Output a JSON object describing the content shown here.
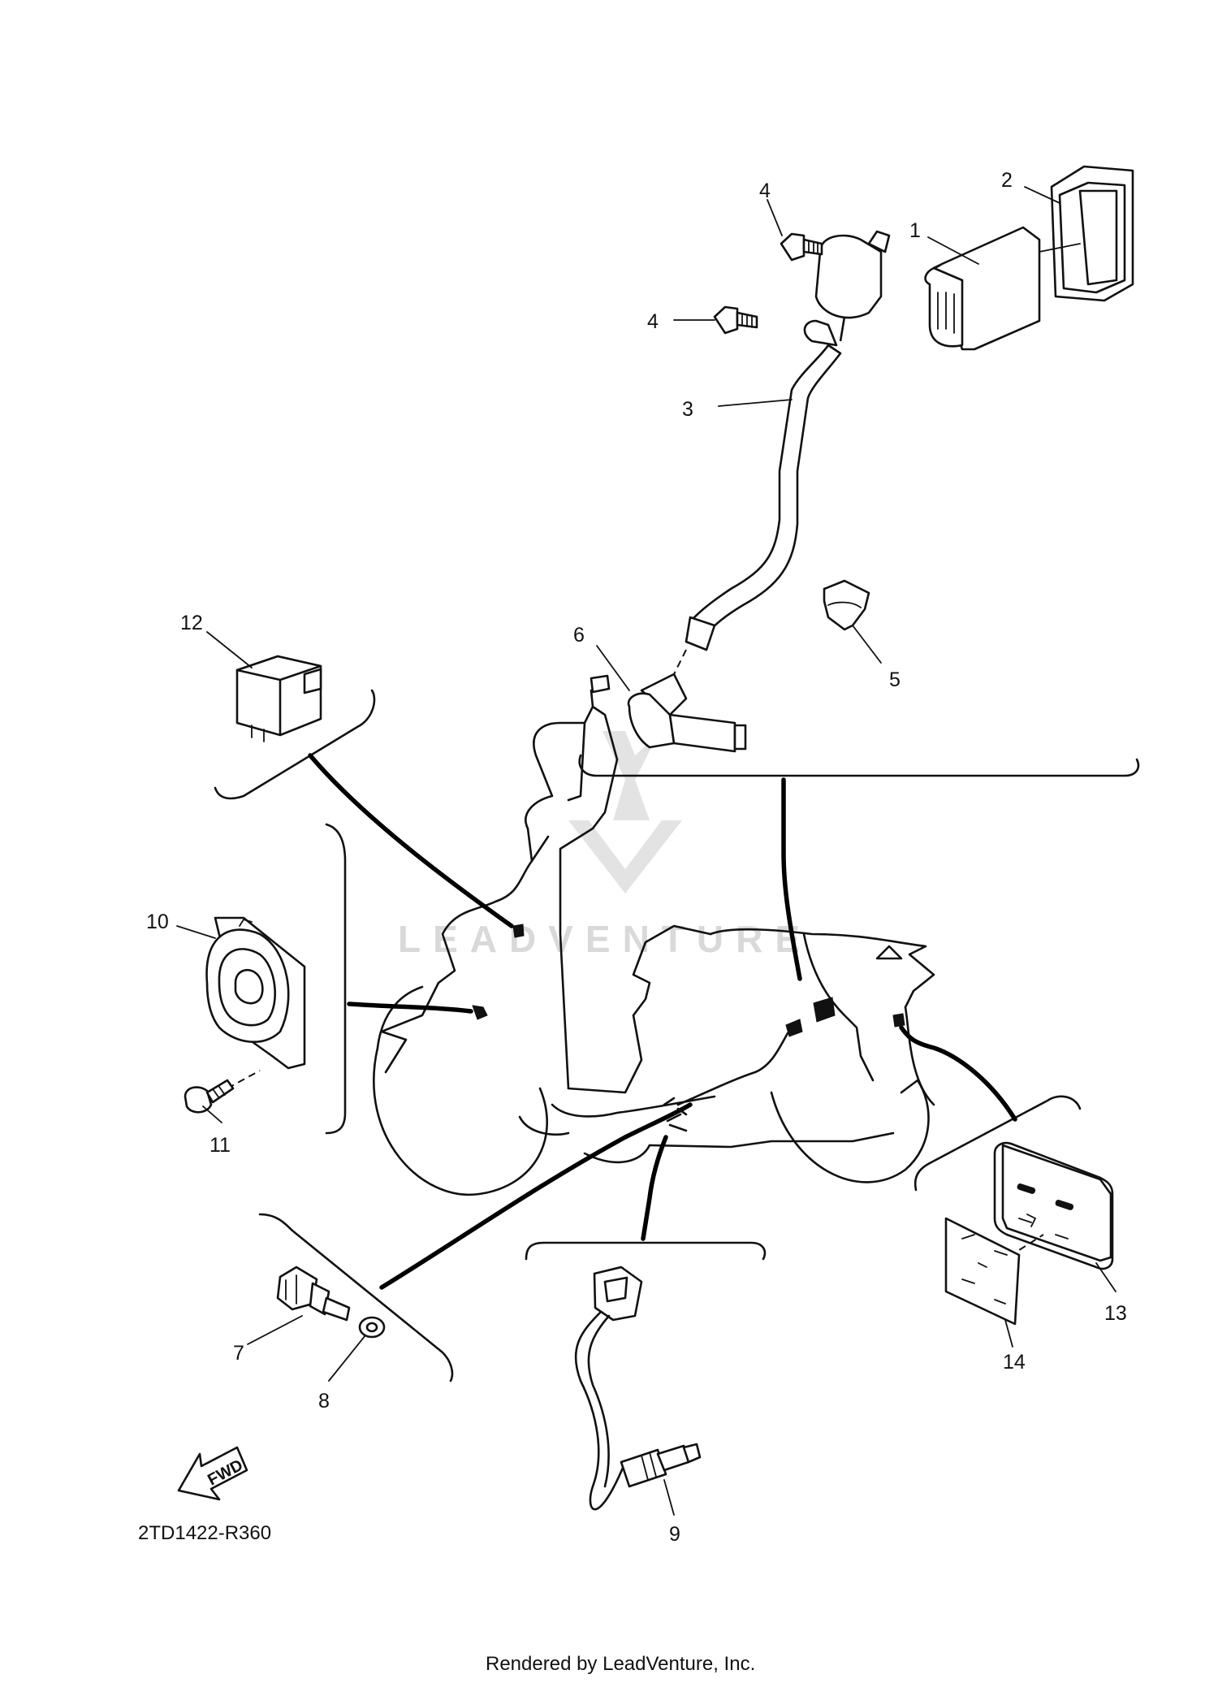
{
  "diagram": {
    "callouts": [
      {
        "id": "1",
        "label": "1"
      },
      {
        "id": "2",
        "label": "2"
      },
      {
        "id": "3",
        "label": "3"
      },
      {
        "id": "4a",
        "label": "4"
      },
      {
        "id": "4b",
        "label": "4"
      },
      {
        "id": "5",
        "label": "5"
      },
      {
        "id": "6",
        "label": "6"
      },
      {
        "id": "7",
        "label": "7"
      },
      {
        "id": "8",
        "label": "8"
      },
      {
        "id": "9",
        "label": "9"
      },
      {
        "id": "10",
        "label": "10"
      },
      {
        "id": "11",
        "label": "11"
      },
      {
        "id": "12",
        "label": "12"
      },
      {
        "id": "13",
        "label": "13"
      },
      {
        "id": "14",
        "label": "14"
      }
    ],
    "fwd_label": "FWD",
    "diagram_code": "2TD1422-R360",
    "watermark": "LEADVENTURE",
    "footer": "Rendered by LeadVenture, Inc."
  }
}
